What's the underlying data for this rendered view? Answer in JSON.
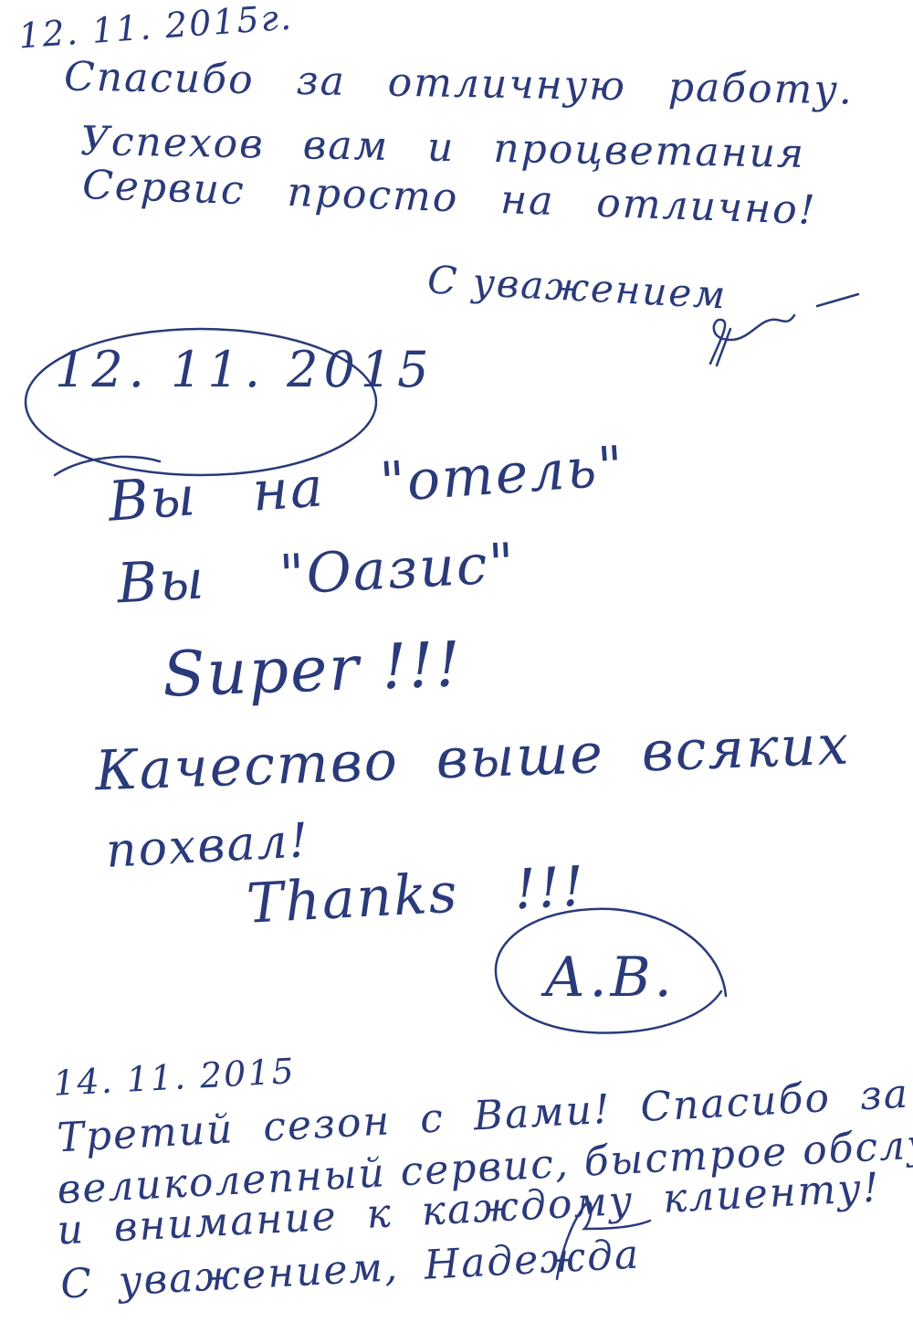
{
  "entry1": {
    "date": "12. 11. 2015г.",
    "lines": [
      "Спасибо за отличную работу.",
      "Успехов вам и процветания",
      "Сервис просто на отлично!"
    ],
    "closing": "С уважением"
  },
  "entry2": {
    "date": "12. 11. 2015",
    "lines": [
      "Вы на \"отель\"",
      "Вы \"Оазис\"",
      "Super !!!",
      "Качество выше всяких",
      "похвал!",
      "Thanks !!!"
    ],
    "initials": "А.В."
  },
  "entry3": {
    "date": "14. 11. 2015",
    "lines": [
      "Третий сезон с Вами! Спасибо за",
      "великолепный сервис, быстрое обслуживание",
      "и внимание к каждому клиенту!",
      "С уважением, Надежда"
    ]
  }
}
